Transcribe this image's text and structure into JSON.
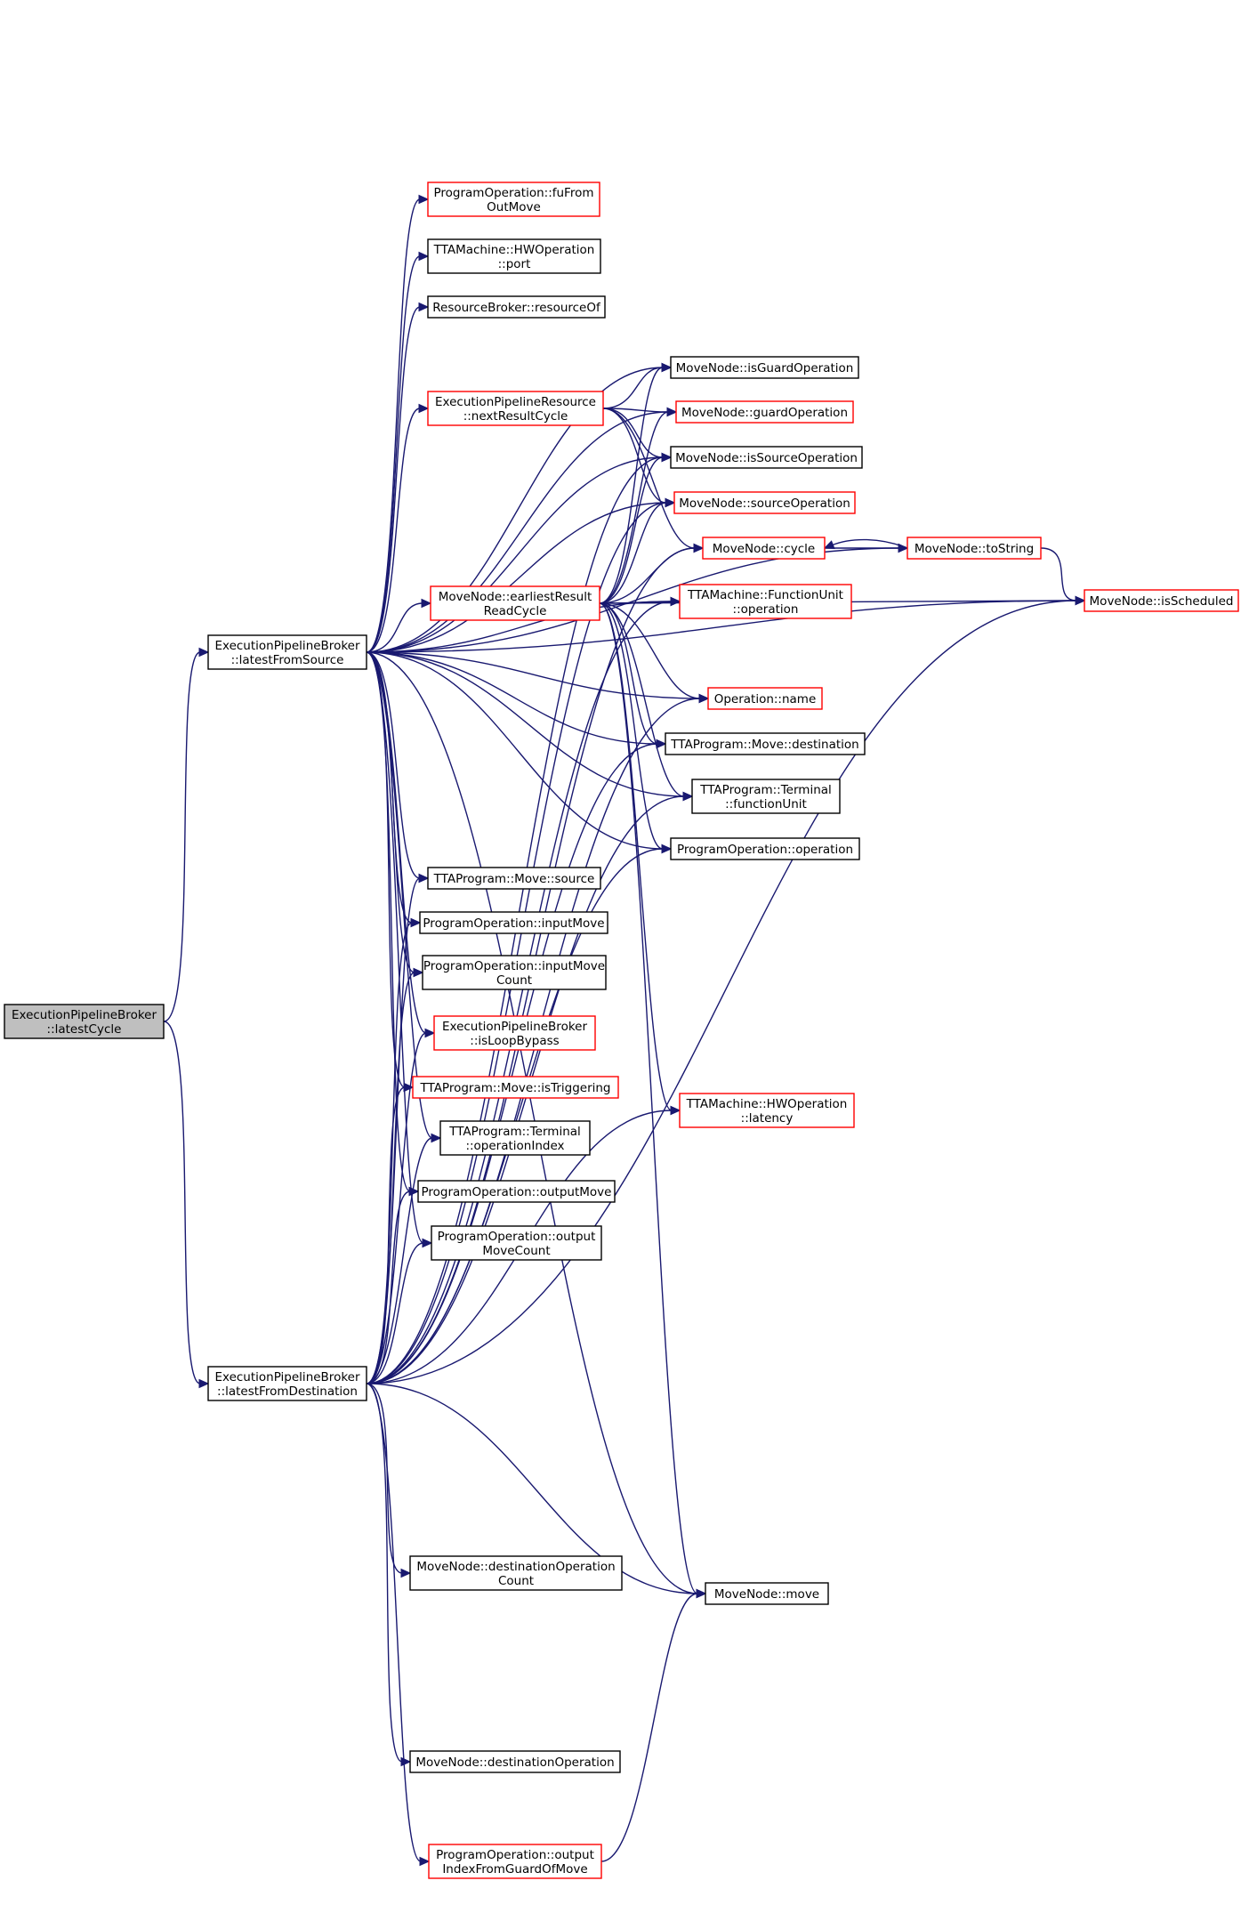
{
  "colors": {
    "edge": "#191970",
    "node_border_black": "#000000",
    "node_border_red": "#ff0000",
    "node_fill": "#ffffff",
    "root_fill": "#bfbfbf"
  },
  "nodes": [
    {
      "id": "latestCycle",
      "lines": [
        "ExecutionPipelineBroker",
        "::latestCycle"
      ],
      "border": "black",
      "root": true
    },
    {
      "id": "latestFromSource",
      "lines": [
        "ExecutionPipelineBroker",
        "::latestFromSource"
      ],
      "border": "black"
    },
    {
      "id": "latestFromDestination",
      "lines": [
        "ExecutionPipelineBroker",
        "::latestFromDestination"
      ],
      "border": "black"
    },
    {
      "id": "fuFromOutMove",
      "lines": [
        "ProgramOperation::fuFrom",
        "OutMove"
      ],
      "border": "red"
    },
    {
      "id": "hwPort",
      "lines": [
        "TTAMachine::HWOperation",
        "::port"
      ],
      "border": "black"
    },
    {
      "id": "resourceOf",
      "lines": [
        "ResourceBroker::resourceOf"
      ],
      "border": "black"
    },
    {
      "id": "nextResultCycle",
      "lines": [
        "ExecutionPipelineResource",
        "::nextResultCycle"
      ],
      "border": "red"
    },
    {
      "id": "earliestResultReadCycle",
      "lines": [
        "MoveNode::earliestResult",
        "ReadCycle"
      ],
      "border": "red"
    },
    {
      "id": "isGuardOperation",
      "lines": [
        "MoveNode::isGuardOperation"
      ],
      "border": "black"
    },
    {
      "id": "guardOperation",
      "lines": [
        "MoveNode::guardOperation"
      ],
      "border": "red"
    },
    {
      "id": "isSourceOperation",
      "lines": [
        "MoveNode::isSourceOperation"
      ],
      "border": "black"
    },
    {
      "id": "sourceOperation",
      "lines": [
        "MoveNode::sourceOperation"
      ],
      "border": "red"
    },
    {
      "id": "cycle",
      "lines": [
        "MoveNode::cycle"
      ],
      "border": "red"
    },
    {
      "id": "toString",
      "lines": [
        "MoveNode::toString"
      ],
      "border": "red"
    },
    {
      "id": "isScheduled",
      "lines": [
        "MoveNode::isScheduled"
      ],
      "border": "red"
    },
    {
      "id": "fuOperation",
      "lines": [
        "TTAMachine::FunctionUnit",
        "::operation"
      ],
      "border": "red"
    },
    {
      "id": "opName",
      "lines": [
        "Operation::name"
      ],
      "border": "red"
    },
    {
      "id": "moveDestination",
      "lines": [
        "TTAProgram::Move::destination"
      ],
      "border": "black"
    },
    {
      "id": "terminalFunctionUnit",
      "lines": [
        "TTAProgram::Terminal",
        "::functionUnit"
      ],
      "border": "black"
    },
    {
      "id": "poOperation",
      "lines": [
        "ProgramOperation::operation"
      ],
      "border": "black"
    },
    {
      "id": "moveSource",
      "lines": [
        "TTAProgram::Move::source"
      ],
      "border": "black"
    },
    {
      "id": "inputMove",
      "lines": [
        "ProgramOperation::inputMove"
      ],
      "border": "black"
    },
    {
      "id": "inputMoveCount",
      "lines": [
        "ProgramOperation::inputMove",
        "Count"
      ],
      "border": "black"
    },
    {
      "id": "isLoopBypass",
      "lines": [
        "ExecutionPipelineBroker",
        "::isLoopBypass"
      ],
      "border": "red"
    },
    {
      "id": "isTriggering",
      "lines": [
        "TTAProgram::Move::isTriggering"
      ],
      "border": "red"
    },
    {
      "id": "operationIndex",
      "lines": [
        "TTAProgram::Terminal",
        "::operationIndex"
      ],
      "border": "black"
    },
    {
      "id": "outputMove",
      "lines": [
        "ProgramOperation::outputMove"
      ],
      "border": "black"
    },
    {
      "id": "outputMoveCount",
      "lines": [
        "ProgramOperation::output",
        "MoveCount"
      ],
      "border": "black"
    },
    {
      "id": "hwLatency",
      "lines": [
        "TTAMachine::HWOperation",
        "::latency"
      ],
      "border": "red"
    },
    {
      "id": "destinationOperationCount",
      "lines": [
        "MoveNode::destinationOperation",
        "Count"
      ],
      "border": "black"
    },
    {
      "id": "move",
      "lines": [
        "MoveNode::move"
      ],
      "border": "black"
    },
    {
      "id": "destinationOperation",
      "lines": [
        "MoveNode::destinationOperation"
      ],
      "border": "black"
    },
    {
      "id": "outputIndexFromGuardOfMove",
      "lines": [
        "ProgramOperation::output",
        "IndexFromGuardOfMove"
      ],
      "border": "red"
    }
  ],
  "edges": [
    [
      "latestCycle",
      "latestFromSource"
    ],
    [
      "latestCycle",
      "latestFromDestination"
    ],
    [
      "latestFromSource",
      "fuFromOutMove"
    ],
    [
      "latestFromSource",
      "hwPort"
    ],
    [
      "latestFromSource",
      "resourceOf"
    ],
    [
      "latestFromSource",
      "nextResultCycle"
    ],
    [
      "latestFromSource",
      "earliestResultReadCycle"
    ],
    [
      "latestFromSource",
      "isGuardOperation"
    ],
    [
      "latestFromSource",
      "guardOperation"
    ],
    [
      "latestFromSource",
      "isSourceOperation"
    ],
    [
      "latestFromSource",
      "sourceOperation"
    ],
    [
      "latestFromSource",
      "toString"
    ],
    [
      "latestFromSource",
      "isScheduled"
    ],
    [
      "latestFromSource",
      "fuOperation"
    ],
    [
      "latestFromSource",
      "opName"
    ],
    [
      "latestFromSource",
      "moveDestination"
    ],
    [
      "latestFromSource",
      "terminalFunctionUnit"
    ],
    [
      "latestFromSource",
      "poOperation"
    ],
    [
      "latestFromSource",
      "moveSource"
    ],
    [
      "latestFromSource",
      "inputMove"
    ],
    [
      "latestFromSource",
      "inputMoveCount"
    ],
    [
      "latestFromSource",
      "isLoopBypass"
    ],
    [
      "latestFromSource",
      "isTriggering"
    ],
    [
      "latestFromSource",
      "operationIndex"
    ],
    [
      "latestFromSource",
      "outputMove"
    ],
    [
      "latestFromSource",
      "outputMoveCount"
    ],
    [
      "latestFromSource",
      "move"
    ],
    [
      "nextResultCycle",
      "isGuardOperation"
    ],
    [
      "nextResultCycle",
      "guardOperation"
    ],
    [
      "nextResultCycle",
      "isSourceOperation"
    ],
    [
      "nextResultCycle",
      "sourceOperation"
    ],
    [
      "nextResultCycle",
      "cycle"
    ],
    [
      "earliestResultReadCycle",
      "isGuardOperation"
    ],
    [
      "earliestResultReadCycle",
      "guardOperation"
    ],
    [
      "earliestResultReadCycle",
      "isSourceOperation"
    ],
    [
      "earliestResultReadCycle",
      "sourceOperation"
    ],
    [
      "earliestResultReadCycle",
      "cycle"
    ],
    [
      "earliestResultReadCycle",
      "fuOperation"
    ],
    [
      "earliestResultReadCycle",
      "isScheduled"
    ],
    [
      "earliestResultReadCycle",
      "opName"
    ],
    [
      "earliestResultReadCycle",
      "moveDestination"
    ],
    [
      "earliestResultReadCycle",
      "terminalFunctionUnit"
    ],
    [
      "earliestResultReadCycle",
      "poOperation"
    ],
    [
      "earliestResultReadCycle",
      "hwLatency"
    ],
    [
      "earliestResultReadCycle",
      "move"
    ],
    [
      "cycle",
      "toString"
    ],
    [
      "toString",
      "cycle"
    ],
    [
      "toString",
      "isScheduled"
    ],
    [
      "latestFromDestination",
      "moveSource"
    ],
    [
      "latestFromDestination",
      "inputMove"
    ],
    [
      "latestFromDestination",
      "inputMoveCount"
    ],
    [
      "latestFromDestination",
      "isLoopBypass"
    ],
    [
      "latestFromDestination",
      "isTriggering"
    ],
    [
      "latestFromDestination",
      "operationIndex"
    ],
    [
      "latestFromDestination",
      "outputMove"
    ],
    [
      "latestFromDestination",
      "outputMoveCount"
    ],
    [
      "latestFromDestination",
      "destinationOperationCount"
    ],
    [
      "latestFromDestination",
      "move"
    ],
    [
      "latestFromDestination",
      "destinationOperation"
    ],
    [
      "latestFromDestination",
      "outputIndexFromGuardOfMove"
    ],
    [
      "latestFromDestination",
      "isScheduled"
    ],
    [
      "latestFromDestination",
      "cycle"
    ],
    [
      "latestFromDestination",
      "sourceOperation"
    ],
    [
      "latestFromDestination",
      "isSourceOperation"
    ],
    [
      "latestFromDestination",
      "fuOperation"
    ],
    [
      "latestFromDestination",
      "opName"
    ],
    [
      "latestFromDestination",
      "moveDestination"
    ],
    [
      "latestFromDestination",
      "terminalFunctionUnit"
    ],
    [
      "latestFromDestination",
      "poOperation"
    ],
    [
      "latestFromDestination",
      "hwLatency"
    ],
    [
      "outputIndexFromGuardOfMove",
      "move"
    ]
  ]
}
